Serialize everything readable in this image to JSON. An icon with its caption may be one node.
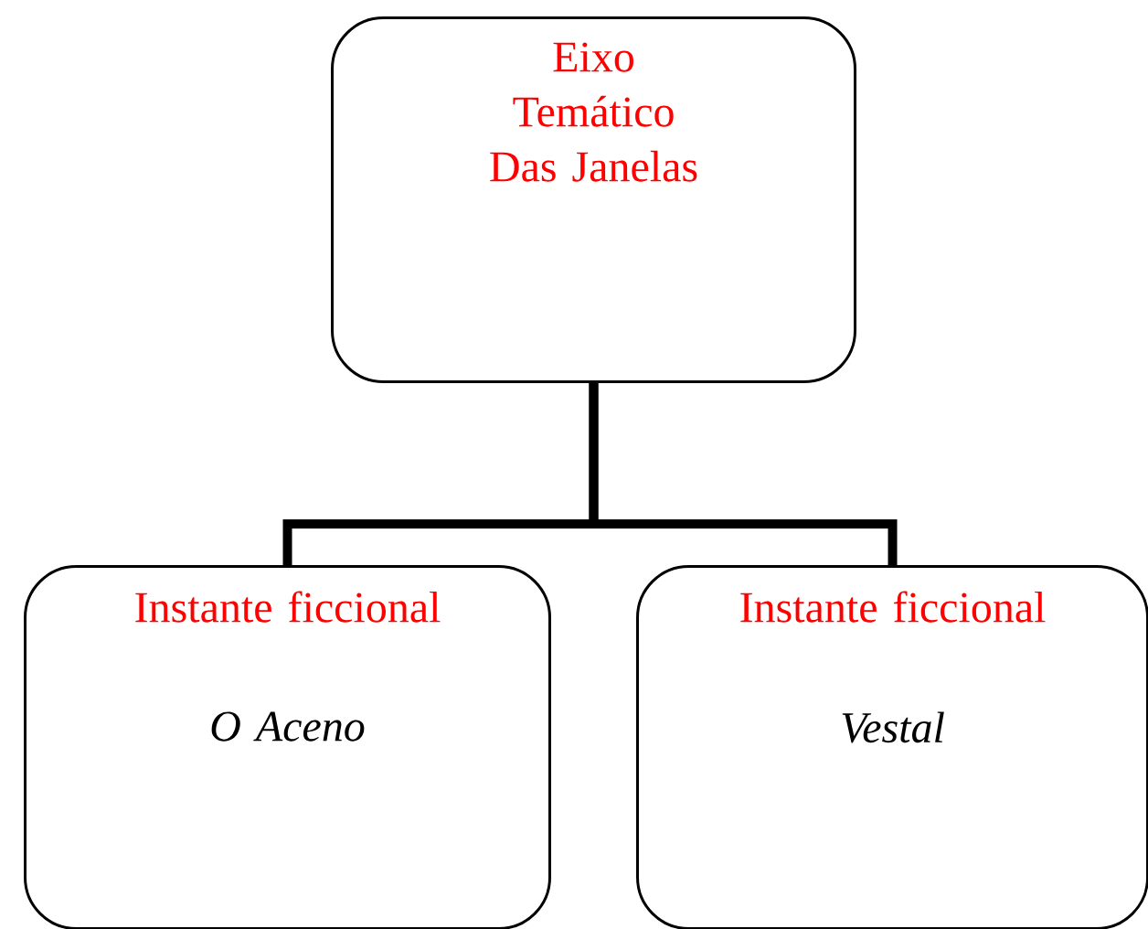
{
  "diagram": {
    "nodes": [
      {
        "text": [
          "Eixo Temático Das Janelas"
        ]
      },
      {
        "text": [
          "Instante ficcional",
          "O Aceno"
        ]
      },
      {
        "text": [
          "Instante ficcional",
          "Vestal"
        ]
      }
    ],
    "edges": [
      {
        "from": 0,
        "to": 1,
        "arrow": "none"
      },
      {
        "from": 0,
        "to": 2,
        "arrow": "none"
      }
    ]
  }
}
